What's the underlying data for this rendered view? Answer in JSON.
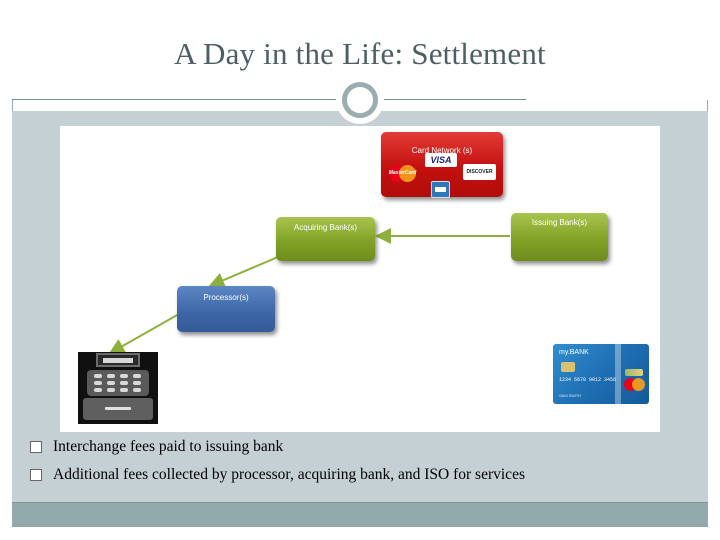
{
  "slide": {
    "title": "A Day in the Life: Settlement"
  },
  "diagram": {
    "card_network_label": "Card Network (s)",
    "acquiring_bank_label": "Acquiring Bank(s)",
    "issuing_bank_label": "Issuing Bank(s)",
    "processor_label": "Processor(s)",
    "logos": {
      "visa": "VISA",
      "mastercard": "MasterCard",
      "discover": "DISCOVER",
      "amex": "american-express-logo"
    },
    "card": {
      "brand": "my.BANK",
      "number": "1234 5678 9012 3456",
      "name": "SAM SMITH"
    },
    "icons": {
      "register": "cash-register-icon",
      "card": "credit-card-icon"
    },
    "colors": {
      "network": "#c3110f",
      "bank": "#81a226",
      "processor": "#3e68a8",
      "arrow": "#8cb13a"
    }
  },
  "bullets": [
    {
      "text": "Interchange fees paid to issuing bank"
    },
    {
      "text": "Additional fees collected by processor, acquiring bank, and ISO for services"
    }
  ],
  "theme": {
    "content_background": "#c5d0d4",
    "footer_band": "#93aaad",
    "title_color": "#4d5f63"
  }
}
